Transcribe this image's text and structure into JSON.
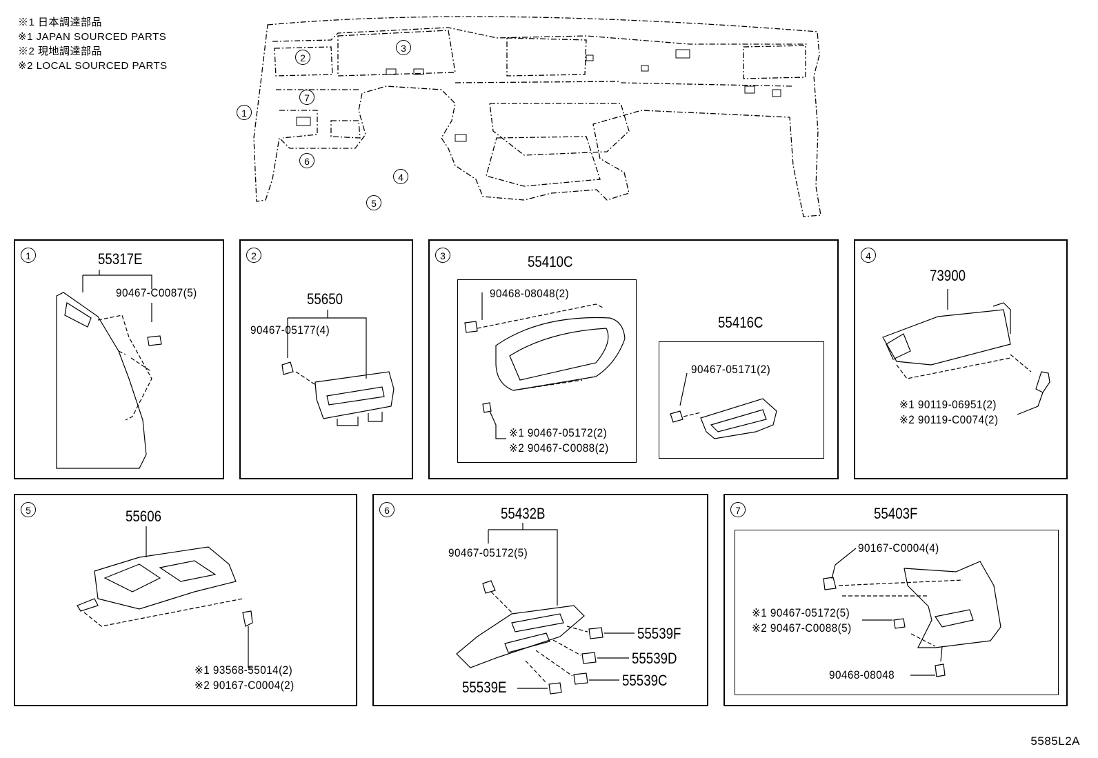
{
  "legend": [
    "※1 日本調達部品",
    "※1 JAPAN SOURCED PARTS",
    "※2 現地調達部品",
    "※2 LOCAL SOURCED PARTS"
  ],
  "overview": {
    "callouts": [
      "1",
      "2",
      "3",
      "4",
      "5",
      "6",
      "7"
    ]
  },
  "panels": [
    {
      "id": "1",
      "main": "55317E",
      "parts": [
        "90467-C0087(5)"
      ]
    },
    {
      "id": "2",
      "main": "55650",
      "parts": [
        "90467-05177(4)"
      ]
    },
    {
      "id": "3",
      "main": "55410C",
      "parts": [
        "90468-08048(2)",
        "※1 90467-05172(2)",
        "※2 90467-C0088(2)"
      ],
      "sub": {
        "main": "55416C",
        "parts": [
          "90467-05171(2)"
        ]
      }
    },
    {
      "id": "4",
      "main": "73900",
      "parts": [
        "※1 90119-06951(2)",
        "※2 90119-C0074(2)"
      ]
    },
    {
      "id": "5",
      "main": "55606",
      "parts": [
        "※1 93568-55014(2)",
        "※2 90167-C0004(2)"
      ]
    },
    {
      "id": "6",
      "main": "55432B",
      "parts": [
        "90467-05172(5)",
        "55539F",
        "55539D",
        "55539C",
        "55539E"
      ]
    },
    {
      "id": "7",
      "main": "55403F",
      "parts": [
        "90167-C0004(4)",
        "※1 90467-05172(5)",
        "※2 90467-C0088(5)",
        "90468-08048"
      ]
    }
  ],
  "drawing_code": "5585L2A"
}
